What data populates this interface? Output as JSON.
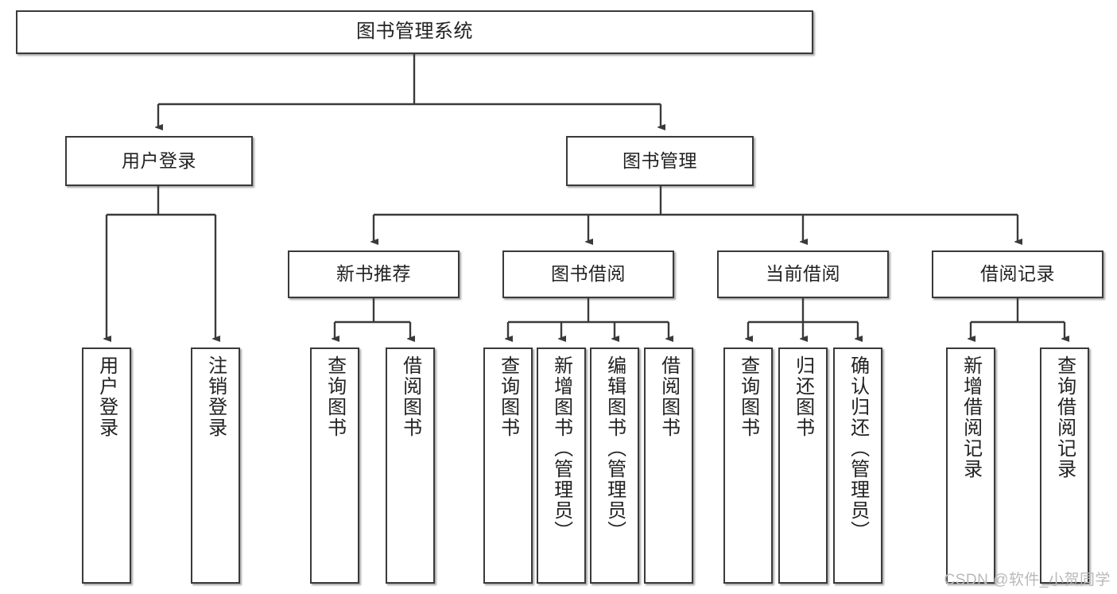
{
  "diagram": {
    "title": "图书管理系统",
    "watermark": "CSDN @软件_小贺同学",
    "line_color": "#3a3a3a",
    "box_fill": "#ffffff",
    "text_color": "#222222",
    "nodes": {
      "root": {
        "label": "图书管理系统"
      },
      "level2": [
        {
          "label": "用户登录"
        },
        {
          "label": "图书管理"
        }
      ],
      "level3": [
        {
          "label": "新书推荐"
        },
        {
          "label": "图书借阅"
        },
        {
          "label": "当前借阅"
        },
        {
          "label": "借阅记录"
        }
      ],
      "leaves": {
        "user_login": [
          {
            "label": "用户登录"
          },
          {
            "label": "注销登录"
          }
        ],
        "new_book_recommend": [
          {
            "label": "查询图书"
          },
          {
            "label": "借阅图书"
          }
        ],
        "book_borrow": [
          {
            "label": "查询图书"
          },
          {
            "label": "新增图书（管理员）"
          },
          {
            "label": "编辑图书（管理员）"
          },
          {
            "label": "借阅图书"
          }
        ],
        "current_borrow": [
          {
            "label": "查询图书"
          },
          {
            "label": "归还图书"
          },
          {
            "label": "确认归还（管理员）"
          }
        ],
        "borrow_record": [
          {
            "label": "新增借阅记录"
          },
          {
            "label": "查询借阅记录"
          }
        ]
      }
    }
  }
}
